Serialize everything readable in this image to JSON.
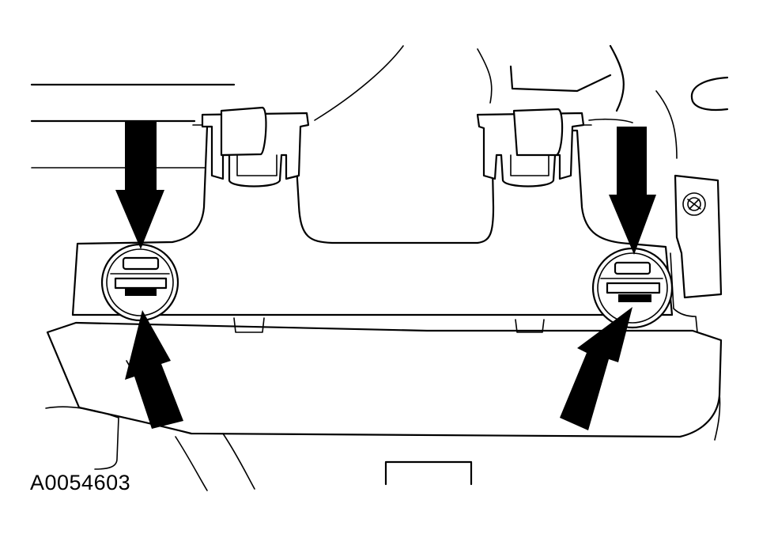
{
  "figure": {
    "id_label": "A0054603",
    "description_icon": "glove-box-hinge-retainer-icon",
    "colors": {
      "line": "#000000",
      "background": "#ffffff"
    }
  },
  "callouts": {
    "arrows": [
      {
        "name": "arrow-down-left",
        "direction": "down"
      },
      {
        "name": "arrow-up-left",
        "direction": "up"
      },
      {
        "name": "arrow-down-right",
        "direction": "down"
      },
      {
        "name": "arrow-up-right",
        "direction": "up"
      }
    ]
  }
}
